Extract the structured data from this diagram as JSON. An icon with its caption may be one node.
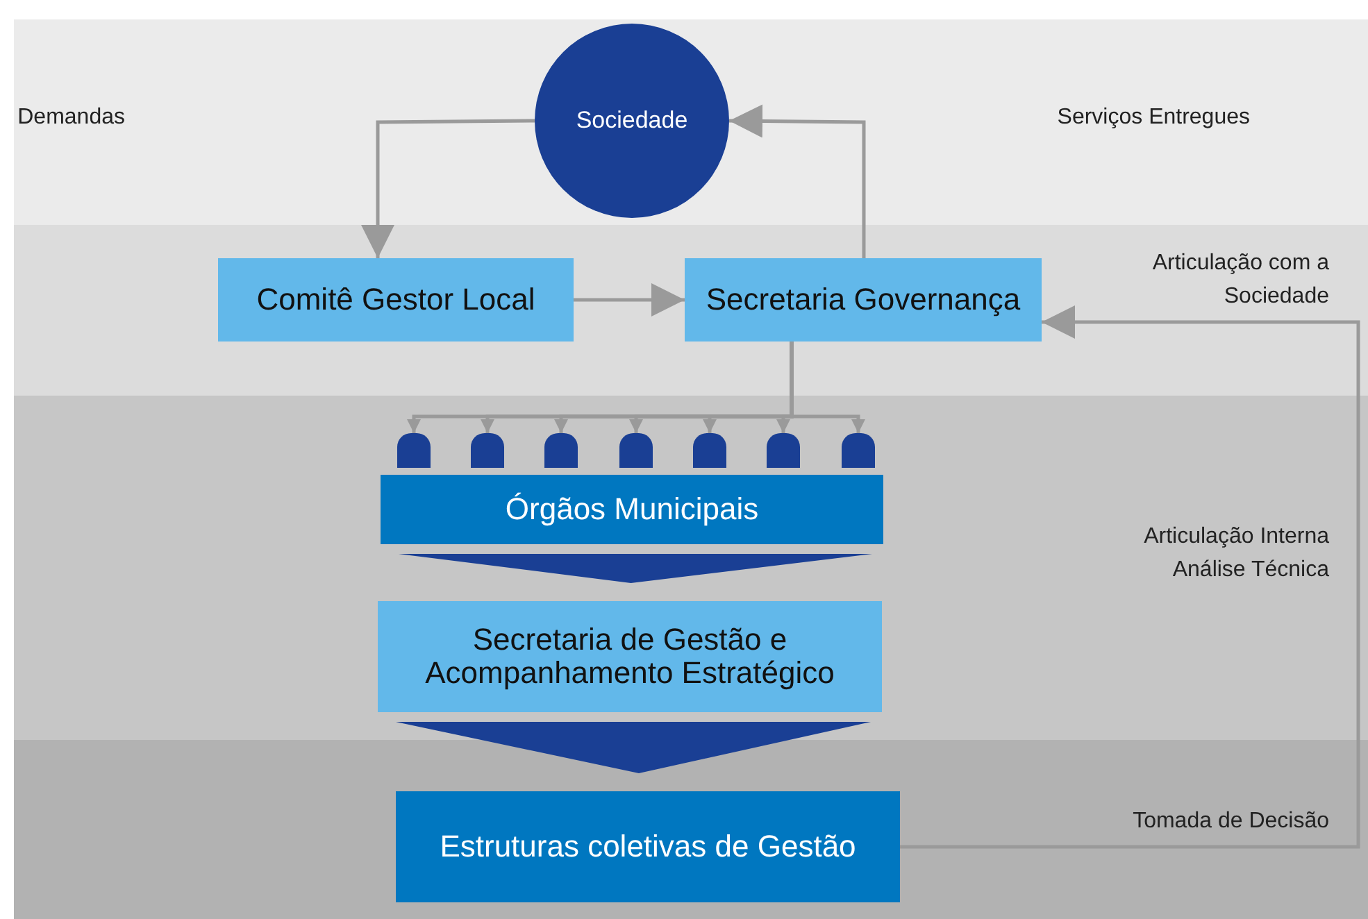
{
  "diagram": {
    "nodes": [
      {
        "text": [
          "Sociedade"
        ]
      },
      {
        "text": [
          "Comitê Gestor Local"
        ]
      },
      {
        "text": [
          "Secretaria Governança"
        ]
      },
      {
        "text": [],
        "shape": "box"
      },
      {
        "text": [],
        "shape": "box"
      },
      {
        "text": [],
        "shape": "box"
      },
      {
        "text": [],
        "shape": "box"
      },
      {
        "text": [],
        "shape": "box"
      },
      {
        "text": [],
        "shape": "box"
      },
      {
        "text": [],
        "shape": "box"
      },
      {
        "text": [
          "Órgãos Municipais"
        ]
      },
      {
        "text": [
          "Secretaria de Gestão e Acompanhamento Estratégico"
        ]
      },
      {
        "text": [
          "Estruturas coletivas de Gestão"
        ]
      }
    ],
    "edges": [
      {
        "from": 0,
        "to": 1,
        "arrow": "to"
      },
      {
        "from": 1,
        "to": 2,
        "arrow": "to"
      },
      {
        "from": 2,
        "to": 0,
        "arrow": "to"
      },
      {
        "from": 2,
        "to": 3,
        "arrow": "to"
      },
      {
        "from": 2,
        "to": 4,
        "arrow": "to"
      },
      {
        "from": 2,
        "to": 5,
        "arrow": "to"
      },
      {
        "from": 2,
        "to": 6,
        "arrow": "to"
      },
      {
        "from": 2,
        "to": 7,
        "arrow": "to"
      },
      {
        "from": 2,
        "to": 8,
        "arrow": "to"
      },
      {
        "from": 2,
        "to": 9,
        "arrow": "to"
      },
      {
        "from": 10,
        "to": 11,
        "arrow": "to",
        "color": "#1a3f94"
      },
      {
        "from": 11,
        "to": 12,
        "arrow": "to",
        "color": "#1a3f94"
      },
      {
        "from": 12,
        "to": 2,
        "arrow": "to",
        "label": "Tomada de Decisão"
      }
    ],
    "labels": [
      "Demandas",
      "Serviços Entregues",
      "Articulação com a Sociedade",
      "Articulação Interna Análise Técnica"
    ]
  }
}
